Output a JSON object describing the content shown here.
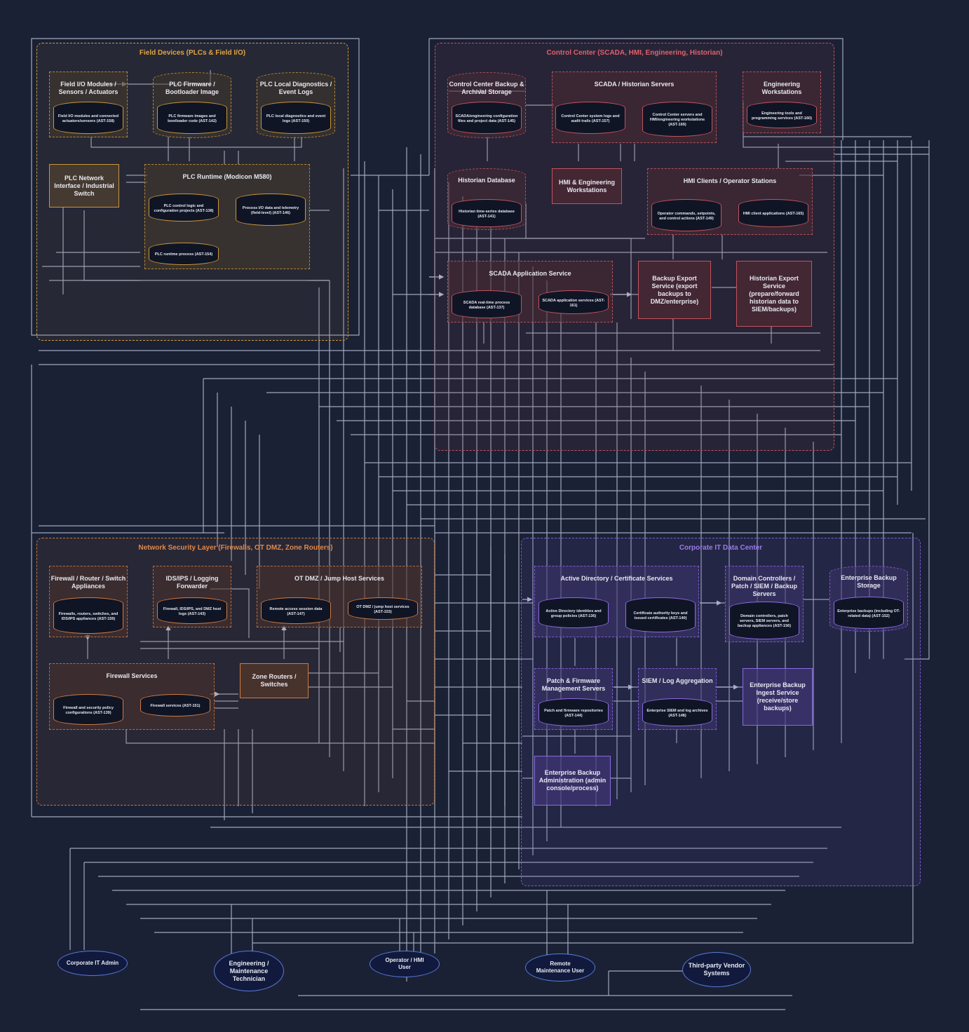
{
  "zones": {
    "field": "Field Devices (PLCs & Field I/O)",
    "control": "Control Center (SCADA, HMI, Engineering, Historian)",
    "network": "Network Security Layer (Firewalls, OT DMZ, Zone Routers)",
    "corporate": "Corporate IT Data Center"
  },
  "field": {
    "io_title": "Field I/O Modules / Sensors / Actuators",
    "io_asset": "Field I/O modules and connected actuators/sensors (AST-158)",
    "fw_title": "PLC Firmware / Bootloader Image",
    "fw_asset": "PLC firmware images and bootloader code (AST-142)",
    "diag_title": "PLC Local Diagnostics / Event Logs",
    "diag_asset": "PLC local diagnostics and event logs (AST-150)",
    "netif": "PLC Network Interface / Industrial Switch",
    "runtime_title": "PLC Runtime (Modicon M580)",
    "runtime_asset1": "PLC control logic and configuration projects (AST-138)",
    "runtime_asset2": "Process I/O data and telemetry (field-level) (AST-146)",
    "runtime_asset3": "PLC runtime process (AST-154)"
  },
  "control": {
    "backup_title": "Control Center Backup & Archival Storage",
    "backup_asset": "SCADA/engineering configuration files and project data (AST-145)",
    "scada_hist_title": "SCADA / Historian Servers",
    "scada_hist_asset1": "Control Center system logs and audit trails (AST-157)",
    "scada_hist_asset2": "Control Center servers and HMI/engineering workstations (AST-169)",
    "eng_title": "Engineering Workstations",
    "eng_asset": "Engineering tools and programming services (AST-160)",
    "hist_db_title": "Historian Database",
    "hist_db_asset": "Historian time-series database (AST-141)",
    "hmi_eng": "HMI & Engineering Workstations",
    "hmi_clients_title": "HMI Clients / Operator Stations",
    "hmi_clients_asset1": "Operator commands, setpoints, and control actions (AST-149)",
    "hmi_clients_asset2": "HMI client applications (AST-165)",
    "scada_app_title": "SCADA Application Service",
    "scada_app_asset1": "SCADA real-time process database (AST-137)",
    "scada_app_asset2": "SCADA application services (AST-161)",
    "backup_export": "Backup Export Service (export backups to DMZ/enterprise)",
    "historian_export": "Historian Export Service (prepare/forward historian data to SIEM/backups)"
  },
  "network": {
    "fw_router_title": "Firewall / Router / Switch Appliances",
    "fw_router_asset": "Firewalls, routers, switches, and IDS/IPS appliances (AST-159)",
    "ids_title": "IDS/IPS / Logging Forwarder",
    "ids_asset": "Firewall, IDS/IPS, and DMZ host logs (AST-143)",
    "dmz_title": "OT DMZ / Jump Host Services",
    "dmz_asset1": "Remote access session data (AST-147)",
    "dmz_asset2": "OT DMZ / jump host services (AST-153)",
    "fw_services_title": "Firewall Services",
    "fw_services_asset1": "Firewall and security policy configurations (AST-139)",
    "fw_services_asset2": "Firewall services (AST-151)",
    "zone_routers": "Zone Routers / Switches"
  },
  "corporate": {
    "ad_title": "Active Directory / Certificate Services",
    "ad_asset1": "Active Directory identities and group policies (AST-136)",
    "ad_asset2": "Certificate authority keys and issued certificates (AST-140)",
    "dc_title": "Domain Controllers / Patch / SIEM / Backup Servers",
    "dc_asset": "Domain controllers, patch servers, SIEM servers, and backup appliances (AST-156)",
    "ebs_title": "Enterprise Backup Storage",
    "ebs_asset": "Enterprise backups (including OT-related data) (AST-152)",
    "patch_title": "Patch & Firmware Management Servers",
    "patch_asset": "Patch and firmware repositories (AST-144)",
    "siem_title": "SIEM / Log Aggregation",
    "siem_asset": "Enterprise SIEM and log archives (AST-148)",
    "ingest": "Enterprise Backup Ingest Service (receive/store backups)",
    "admin": "Enterprise Backup Administration (admin console/process)"
  },
  "actors": {
    "corp_admin": "Corporate IT Admin",
    "eng_tech": "Engineering / Maintenance Technician",
    "operator": "Operator / HMI User",
    "remote": "Remote Maintenance User",
    "third_party": "Third-party Vendor Systems"
  },
  "colors": {
    "background": "#1b2135",
    "wire": "#b6bfd4",
    "field": "#d29a3a",
    "control": "#c4525c",
    "network": "#c9783a",
    "corporate": "#7a5bd0",
    "actor": "#5a7ad8"
  }
}
